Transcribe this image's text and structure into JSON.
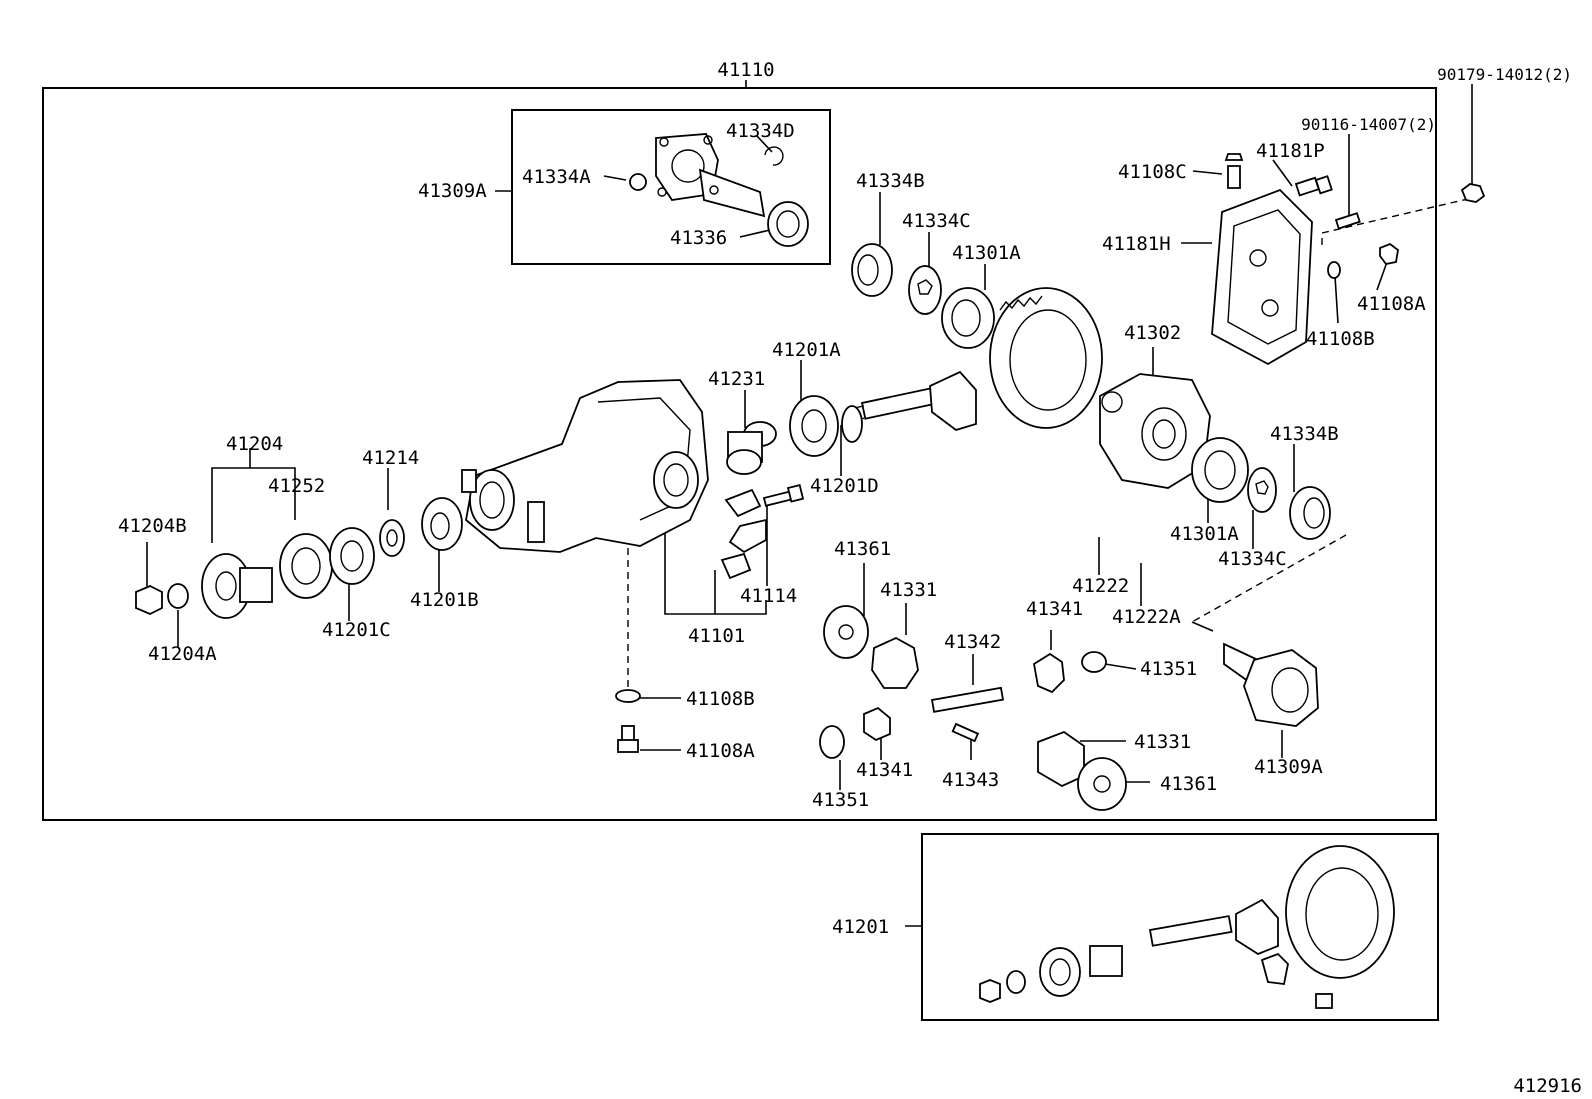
{
  "figure_code": "412916",
  "labels": {
    "l41110": "41110",
    "l90179": "90179-14012(2)",
    "l90116": "90116-14007(2)",
    "l41334D": "41334D",
    "l41334A": "41334A",
    "l41309A_top": "41309A",
    "l41336": "41336",
    "l41334B_top": "41334B",
    "l41334C_top": "41334C",
    "l41301A_top": "41301A",
    "l41108C": "41108C",
    "l41181P": "41181P",
    "l41181H": "41181H",
    "l41108A_right": "41108A",
    "l41108B_right": "41108B",
    "l41302": "41302",
    "l41201A": "41201A",
    "l41231": "41231",
    "l41204": "41204",
    "l41214": "41214",
    "l41252": "41252",
    "l41204B": "41204B",
    "l41204A": "41204A",
    "l41201C": "41201C",
    "l41201B": "41201B",
    "l41201D": "41201D",
    "l41114": "41114",
    "l41101": "41101",
    "l41334B_right": "41334B",
    "l41301A_right": "41301A",
    "l41334C_right": "41334C",
    "l41222": "41222",
    "l41222A": "41222A",
    "l41361_top": "41361",
    "l41331_top": "41331",
    "l41342": "41342",
    "l41341_right": "41341",
    "l41351_right": "41351",
    "l41108B_bottom": "41108B",
    "l41108A_bottom": "41108A",
    "l41341_left": "41341",
    "l41343": "41343",
    "l41351_left": "41351",
    "l41331_bottom": "41331",
    "l41361_bottom": "41361",
    "l41309A_right": "41309A",
    "l41201_box": "41201"
  }
}
